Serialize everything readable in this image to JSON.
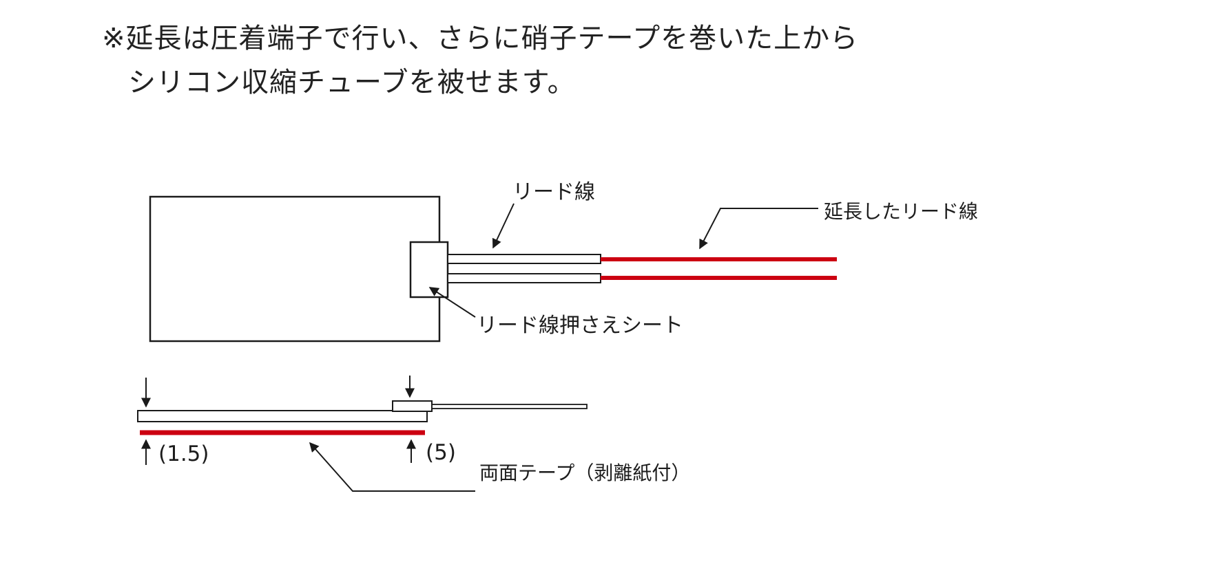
{
  "note": {
    "line1": "※延長は圧着端子で行い、さらに硝子テープを巻いた上から",
    "line2": "シリコン収縮チューブを被せます。"
  },
  "labels": {
    "lead_wire": "リード線",
    "extended_lead_wire": "延長したリード線",
    "lead_wire_holding_sheet": "リード線押さえシート",
    "double_sided_tape": "両面テープ（剥離紙付）",
    "dim_left": "(1.5)",
    "dim_right": "(5)"
  },
  "colors": {
    "wire_red": "#cc0011",
    "line_black": "#1a1a1a"
  }
}
